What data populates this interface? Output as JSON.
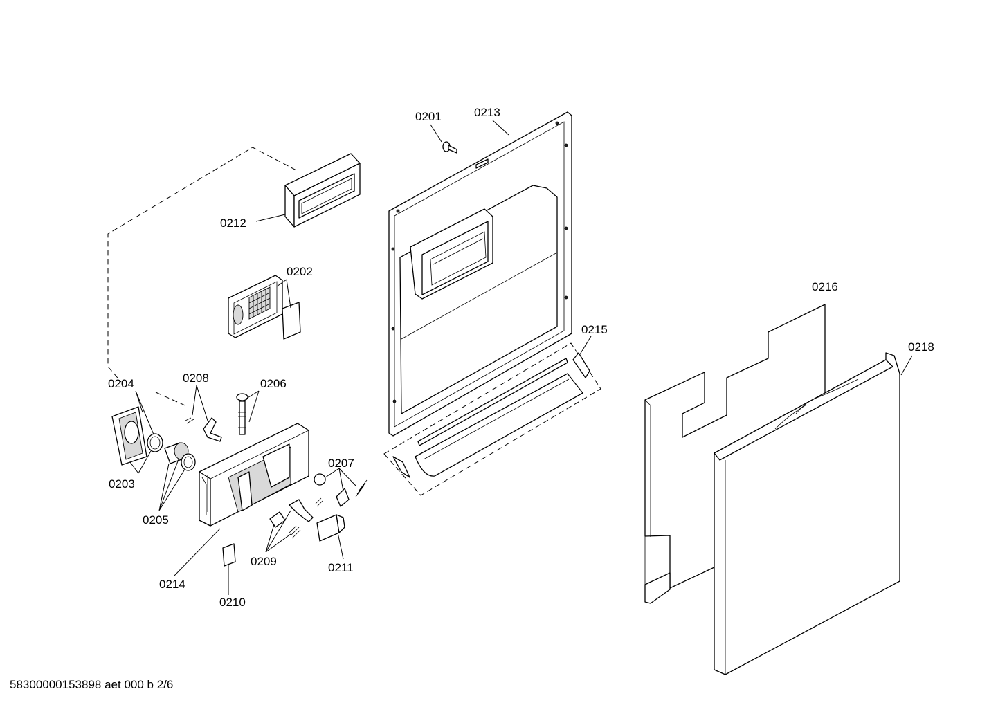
{
  "labels": {
    "p0201": "0201",
    "p0202": "0202",
    "p0203": "0203",
    "p0204": "0204",
    "p0205": "0205",
    "p0206": "0206",
    "p0207": "0207",
    "p0208": "0208",
    "p0209": "0209",
    "p0210": "0210",
    "p0211": "0211",
    "p0212": "0212",
    "p0213": "0213",
    "p0214": "0214",
    "p0215": "0215",
    "p0216": "0216",
    "p0218": "0218"
  },
  "footer": "58300000153898 aet 000 b 2/6"
}
